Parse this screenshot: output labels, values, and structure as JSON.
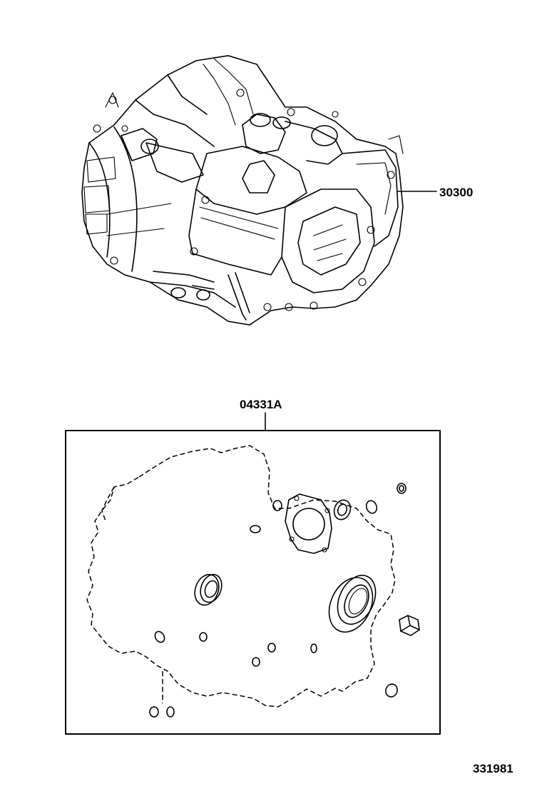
{
  "parts": {
    "transaxle_assembly": {
      "part_number": "30300"
    },
    "gasket_kit": {
      "part_number": "04331A"
    }
  },
  "diagram_id": "331981",
  "colors": {
    "line": "#000000",
    "background": "#ffffff"
  }
}
